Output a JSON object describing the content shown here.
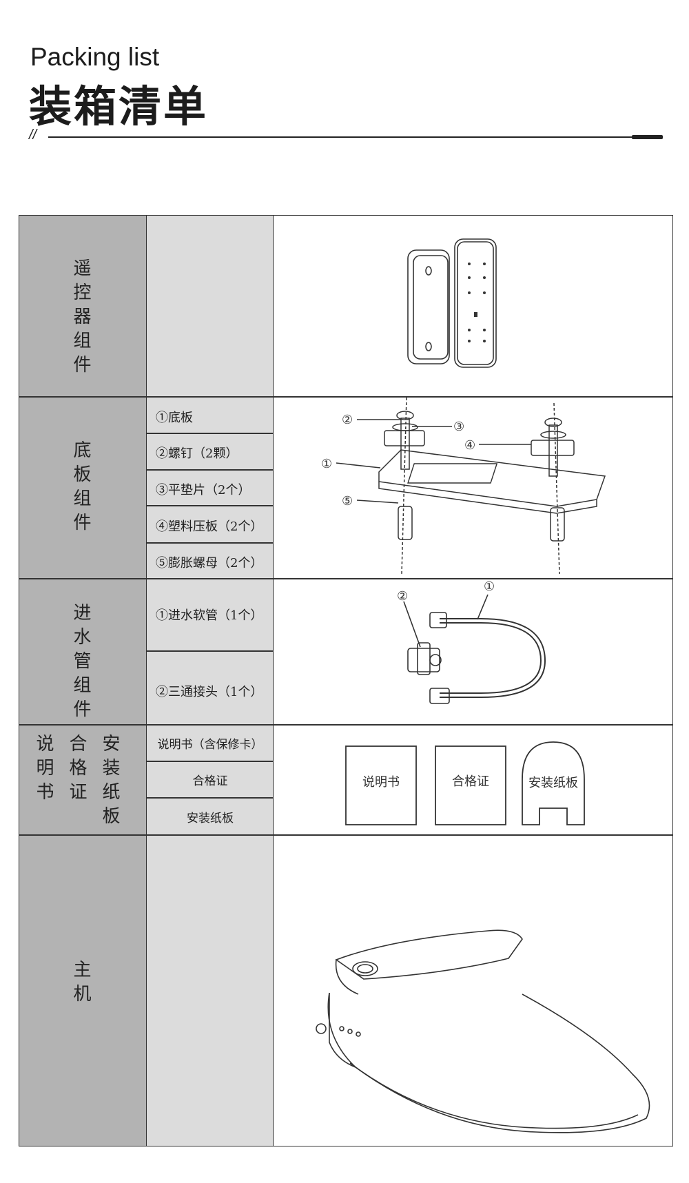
{
  "header": {
    "title_en": "Packing list",
    "title_cn": "装箱清单",
    "rule_mark": "//"
  },
  "sections": {
    "remote": {
      "category": "遥控器组件",
      "items": []
    },
    "base": {
      "category": "底板组件",
      "items": [
        "①底板",
        "②螺钉（2颗）",
        "③平垫片（2个）",
        "④塑料压板（2个）",
        "⑤膨胀螺母（2个）"
      ],
      "callouts": [
        "①",
        "②",
        "③",
        "④",
        "⑤"
      ]
    },
    "water": {
      "category": "进水管组件",
      "items": [
        "①进水软管（1个）",
        "②三通接头（1个）"
      ],
      "callouts": [
        "①",
        "②"
      ]
    },
    "docs": {
      "category_cols": [
        "说明书",
        "合格证",
        "安装纸板"
      ],
      "items": [
        "说明书（含保修卡）",
        "合格证",
        "安装纸板"
      ],
      "doc_labels": [
        "说明书",
        "合格证",
        "安装纸板"
      ]
    },
    "main": {
      "category": "主机",
      "items": []
    }
  }
}
